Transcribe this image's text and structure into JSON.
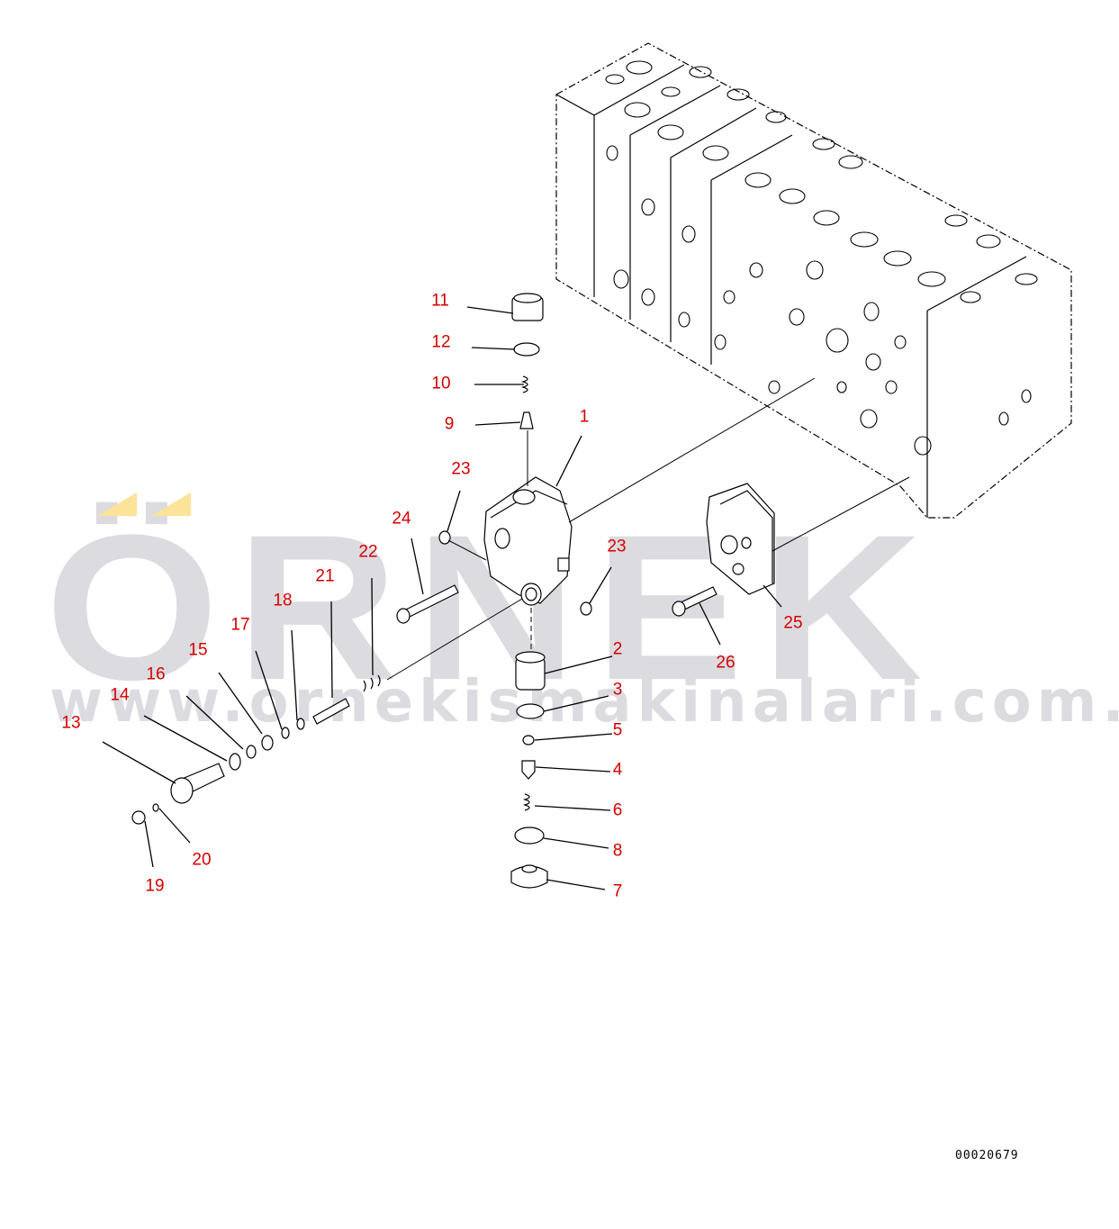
{
  "watermark": {
    "logo": "ÖRNEK",
    "url": "www.ornekismakinalari.com.tr",
    "color": "#dcdbe0",
    "accent": "#fbe39a"
  },
  "drawing_number": "00020679",
  "label_color": "#d40000",
  "callouts": [
    {
      "id": "11"
    },
    {
      "id": "12"
    },
    {
      "id": "10"
    },
    {
      "id": "9"
    },
    {
      "id": "1"
    },
    {
      "id": "23"
    },
    {
      "id": "24"
    },
    {
      "id": "22"
    },
    {
      "id": "23"
    },
    {
      "id": "21"
    },
    {
      "id": "18"
    },
    {
      "id": "17"
    },
    {
      "id": "15"
    },
    {
      "id": "16"
    },
    {
      "id": "14"
    },
    {
      "id": "13"
    },
    {
      "id": "2"
    },
    {
      "id": "3"
    },
    {
      "id": "5"
    },
    {
      "id": "4"
    },
    {
      "id": "6"
    },
    {
      "id": "8"
    },
    {
      "id": "7"
    },
    {
      "id": "25"
    },
    {
      "id": "26"
    },
    {
      "id": "20"
    },
    {
      "id": "19"
    }
  ]
}
